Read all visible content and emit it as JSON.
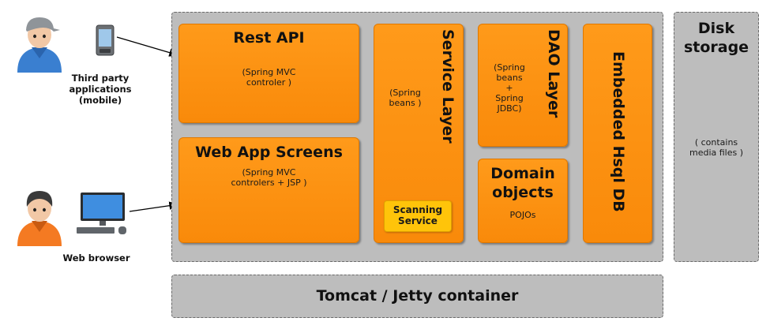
{
  "actors": {
    "mobile_label": "Third party\napplications\n(mobile)",
    "browser_label": "Web browser"
  },
  "app": {
    "rest_api": {
      "title": "Rest API",
      "note": "(Spring MVC\ncontroler )"
    },
    "web_app": {
      "title": "Web App Screens",
      "note": "(Spring MVC\ncontrolers + JSP )"
    },
    "service": {
      "title": "Service Layer",
      "note": "(Spring\nbeans )",
      "scanning": "Scanning\nService"
    },
    "dao": {
      "title": "DAO Layer",
      "note": "(Spring\nbeans\n+\nSpring\nJDBC)"
    },
    "domain": {
      "title": "Domain\nobjects",
      "note": "POJOs"
    },
    "db": {
      "title": "Embedded Hsql DB"
    }
  },
  "disk": {
    "title": "Disk\nstorage",
    "note": "( contains\nmedia files )"
  },
  "container": {
    "title": "Tomcat / Jetty container"
  },
  "colors": {
    "layer": "#f98a0a",
    "scanning": "#ffc40a",
    "container": "#bdbdbd"
  },
  "icons": [
    "user-icon",
    "mobile-phone-icon",
    "user-icon",
    "desktop-computer-icon",
    "arrow-icon"
  ]
}
